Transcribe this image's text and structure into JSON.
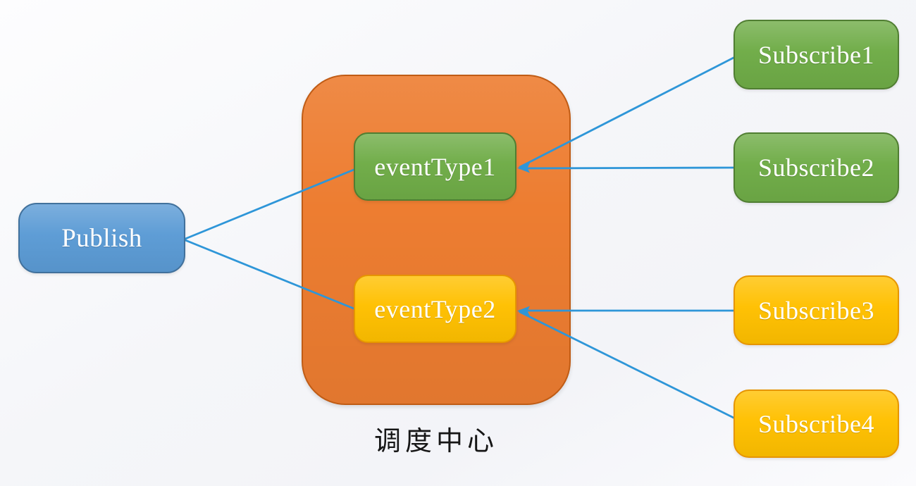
{
  "connector_color": "#2e96d8",
  "background_color": "#f5f6f9",
  "nodes": {
    "publish": {
      "label": "Publish",
      "fill": "#5b9bd5",
      "border": "#41719c",
      "text_color": "#ffffff"
    },
    "dispatch_center": {
      "label": "调度中心",
      "fill": "#ed7d31",
      "border": "#c05c15",
      "label_color": "#161616"
    },
    "event_type_1": {
      "label": "eventType1",
      "fill": "#6fac47",
      "border": "#507e32",
      "text_color": "#ffffff"
    },
    "event_type_2": {
      "label": "eventType2",
      "fill": "#ffc000",
      "border": "#e69500",
      "text_color": "#ffffff"
    },
    "subscribe_1": {
      "label": "Subscribe1",
      "fill": "#6fac47",
      "border": "#507e32",
      "text_color": "#ffffff"
    },
    "subscribe_2": {
      "label": "Subscribe2",
      "fill": "#6fac47",
      "border": "#507e32",
      "text_color": "#ffffff"
    },
    "subscribe_3": {
      "label": "Subscribe3",
      "fill": "#ffc000",
      "border": "#e69500",
      "text_color": "#ffffff"
    },
    "subscribe_4": {
      "label": "Subscribe4",
      "fill": "#ffc000",
      "border": "#e69500",
      "text_color": "#ffffff"
    }
  }
}
